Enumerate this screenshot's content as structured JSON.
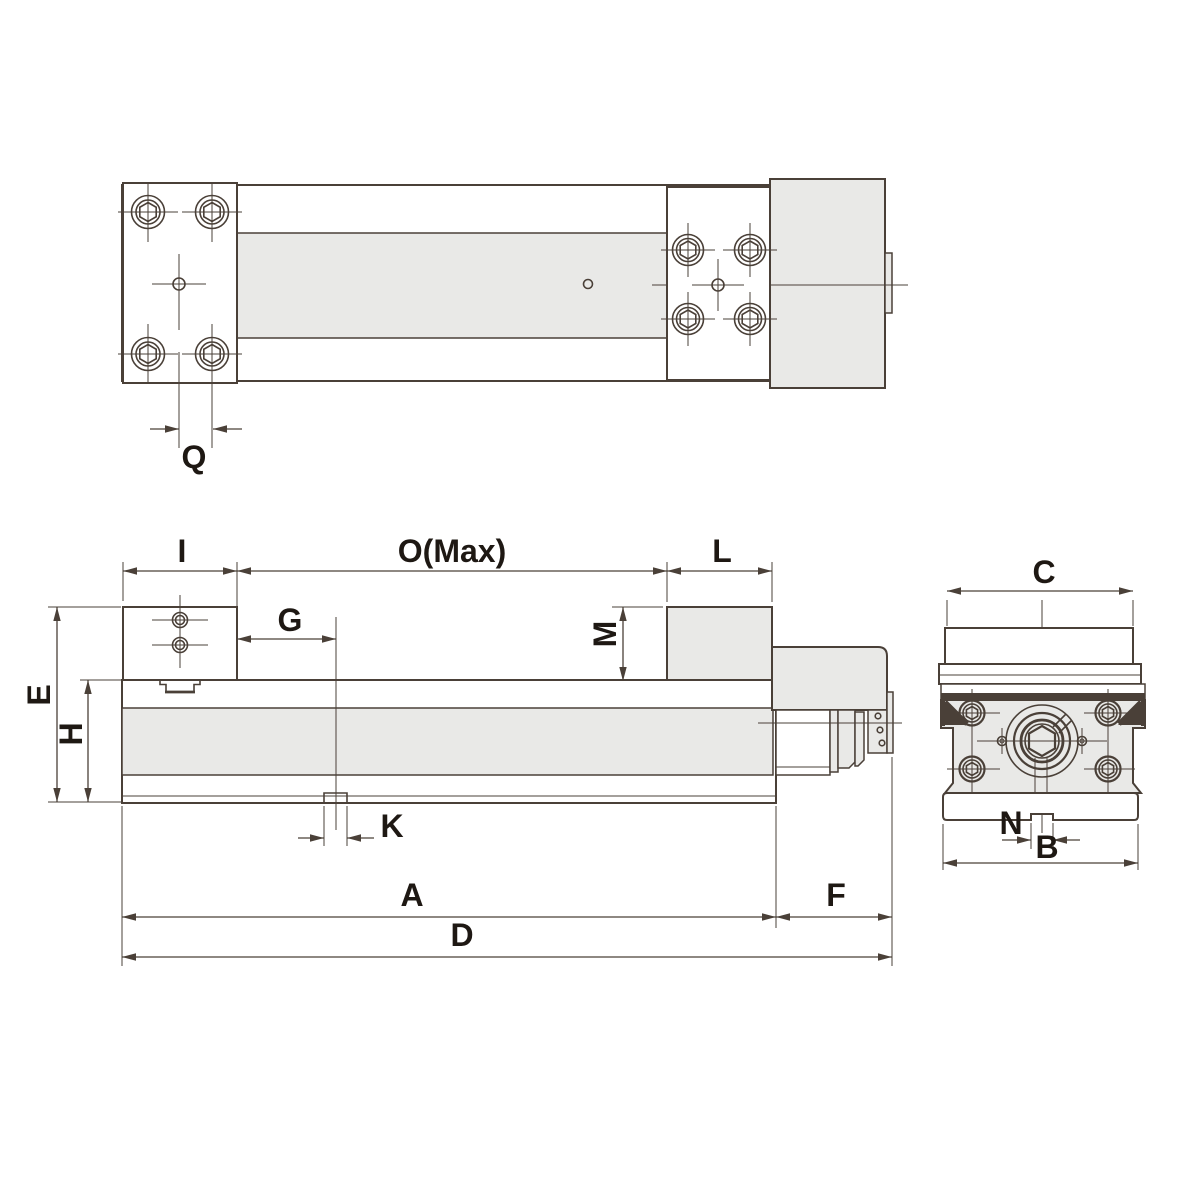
{
  "labels": {
    "q": "Q",
    "i": "I",
    "o_max": "O(Max)",
    "l": "L",
    "g": "G",
    "m": "M",
    "e": "E",
    "h": "H",
    "k": "K",
    "a": "A",
    "f": "F",
    "d": "D",
    "c": "C",
    "n": "N",
    "b": "B"
  },
  "colors": {
    "line": "#4a4038",
    "fill": "#e9e9e7",
    "text": "#1e1813",
    "background": "#ffffff"
  }
}
